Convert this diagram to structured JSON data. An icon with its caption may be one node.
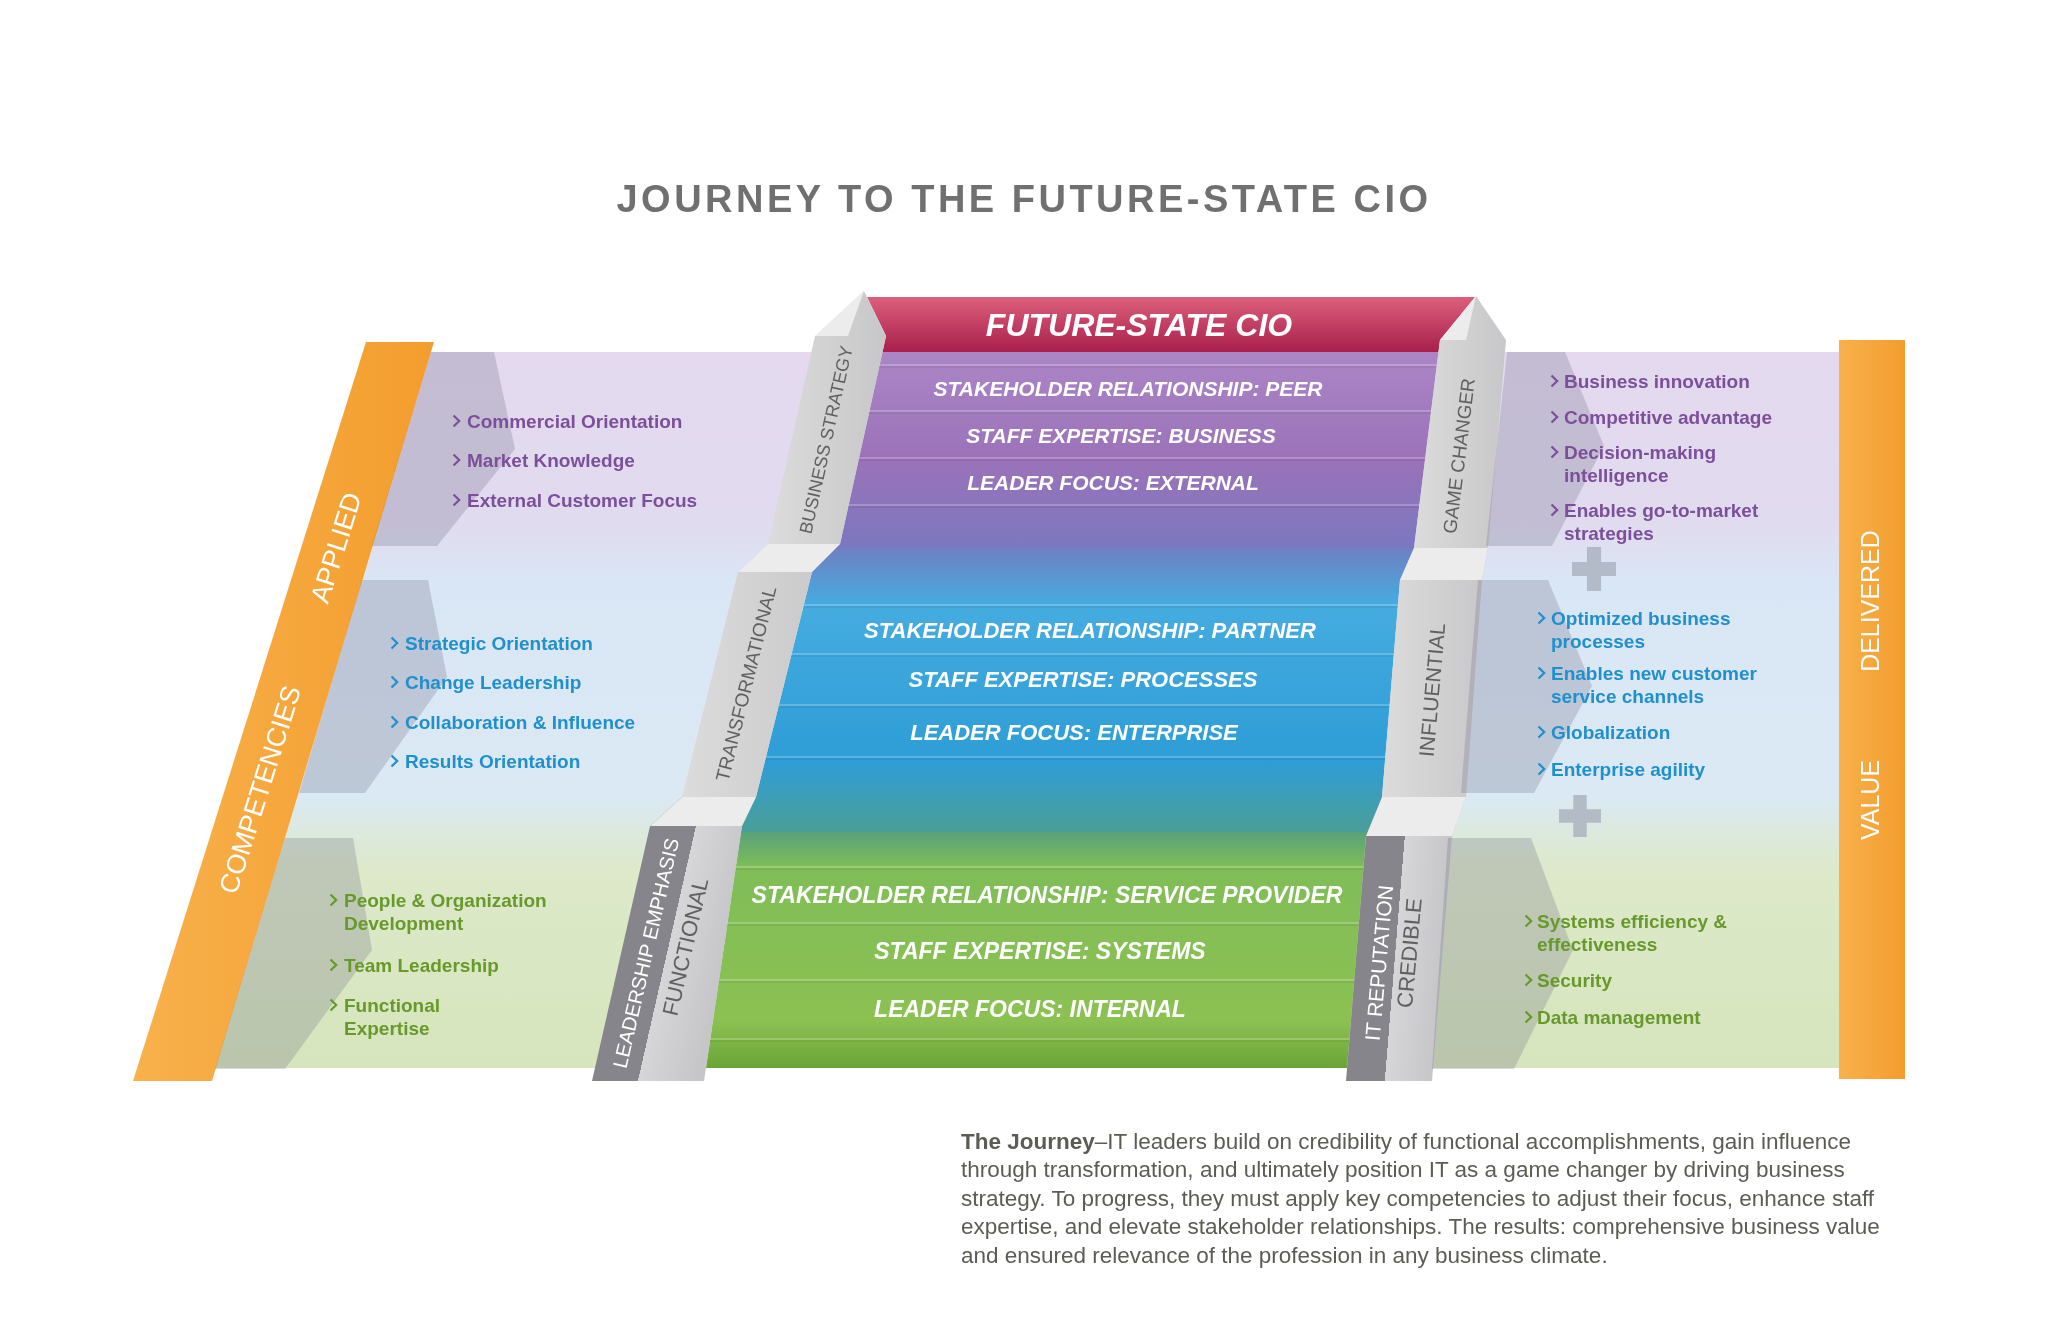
{
  "diagram": {
    "title": "JOURNEY TO THE FUTURE-STATE CIO",
    "caption": "**The Journey**–IT leaders build on credibility of functional accomplishments, gain influence through transformation, and ultimately position IT as a game changer by driving business strategy. To progress, they must apply key competencies to adjust their focus, enhance staff expertise, and elevate stakeholder relationships. The results: comprehensive business value and ensured relevance of the profession in any business climate.",
    "nodes": [
      {
        "text": [
          "COMPETENCIES",
          "APPLIED"
        ]
      },
      {
        "text": [
          "Commercial Orientation",
          "Market Knowledge",
          "External Customer Focus"
        ]
      },
      {
        "text": [
          "Strategic Orientation",
          "Change Leadership",
          "Collaboration & Influence",
          "Results Orientation"
        ]
      },
      {
        "text": [
          "People & Organization Development",
          "Team Leadership",
          "Functional Expertise"
        ]
      },
      {
        "text": [
          "BUSINESS STRATEGY"
        ]
      },
      {
        "text": [
          "TRANSFORMATIONAL"
        ]
      },
      {
        "text": [
          "LEADERSHIP EMPHASIS",
          "FUNCTIONAL"
        ]
      },
      {
        "text": [
          "FUTURE-STATE CIO"
        ]
      },
      {
        "text": [
          "STAKEHOLDER RELATIONSHIP: PEER",
          "STAFF EXPERTISE: BUSINESS",
          "LEADER FOCUS: EXTERNAL"
        ]
      },
      {
        "text": [
          "STAKEHOLDER RELATIONSHIP: PARTNER",
          "STAFF EXPERTISE: PROCESSES",
          "LEADER FOCUS: ENTERPRISE"
        ]
      },
      {
        "text": [
          "STAKEHOLDER RELATIONSHIP: SERVICE PROVIDER",
          "STAFF EXPERTISE: SYSTEMS",
          "LEADER FOCUS: INTERNAL"
        ]
      },
      {
        "text": [
          "GAME CHANGER"
        ]
      },
      {
        "text": [
          "INFLUENTIAL"
        ]
      },
      {
        "text": [
          "IT REPUTATION",
          "CREDIBLE"
        ]
      },
      {
        "text": [
          "Business innovation",
          "Competitive advantage",
          "Decision-making intelligence",
          "Enables go-to-market strategies"
        ]
      },
      {
        "text": [
          "Optimized business processes",
          "Enables new customer service channels",
          "Globalization",
          "Enterprise agility"
        ]
      },
      {
        "text": [
          "Systems efficiency & effectiveness",
          "Security",
          "Data management"
        ]
      },
      {
        "text": [
          "VALUE",
          "DELIVERED"
        ]
      }
    ]
  }
}
